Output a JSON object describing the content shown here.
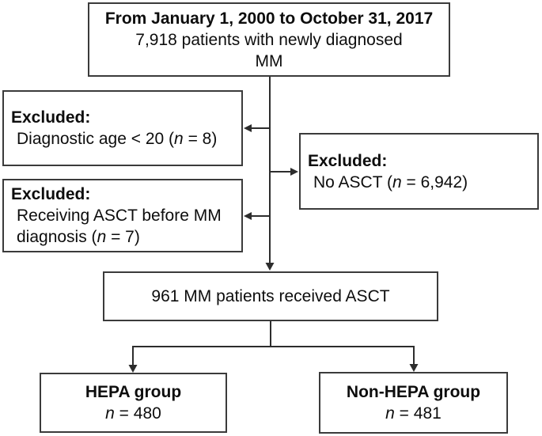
{
  "figure": {
    "background": "#ffffff",
    "box_border_color": "#3b3b3b",
    "connector_color": "#2d2d2d",
    "text_color": "#0d0d0d"
  },
  "boxes": {
    "cohort": {
      "period": "From January 1, 2000 to October 31, 2017",
      "line2": "7,918 patients with newly diagnosed",
      "line3": "MM"
    },
    "excluded_age": {
      "title": "Excluded:",
      "prefix": "Diagnostic age < 20 (",
      "n": "n",
      "suffix": " = 8)"
    },
    "excluded_prior_asct": {
      "title": "Excluded:",
      "prefix": "Receiving ASCT before MM diagnosis (",
      "n": "n",
      "suffix": " = 7)"
    },
    "excluded_no_asct": {
      "title": "Excluded:",
      "prefix": "No ASCT (",
      "n": "n",
      "suffix": " = 6,942)"
    },
    "asct": {
      "text": "961 MM patients received ASCT"
    },
    "hepa": {
      "title": "HEPA group",
      "n": "n",
      "suffix": " = 480"
    },
    "non_hepa": {
      "title": "Non-HEPA group",
      "n": "n",
      "suffix": " = 481"
    }
  }
}
